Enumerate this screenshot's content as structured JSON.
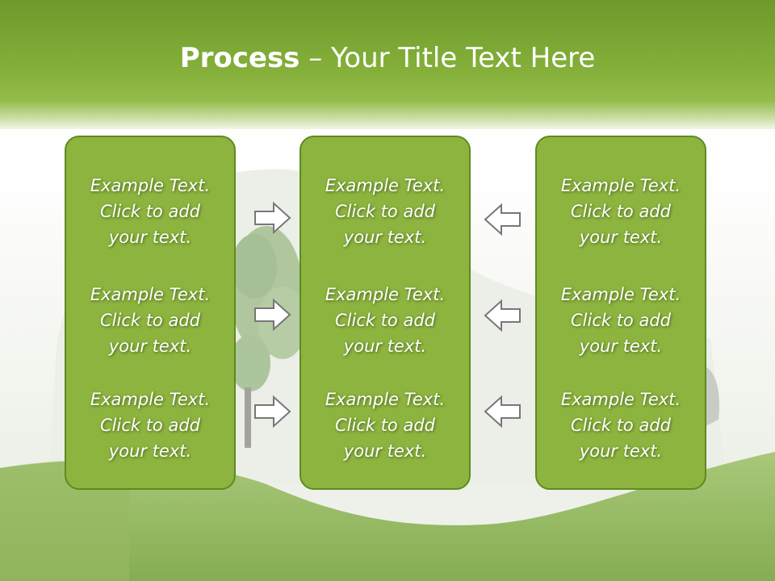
{
  "slide": {
    "title_bold": "Process",
    "title_rest": " – Your Title Text Here"
  },
  "panels": [
    {
      "items": [
        {
          "line1": "Example Text.",
          "line2": "Click  to add",
          "line3": "your text."
        },
        {
          "line1": "Example Text.",
          "line2": "Click  to add",
          "line3": "your text."
        },
        {
          "line1": "Example Text.",
          "line2": "Click  to add",
          "line3": "your text."
        }
      ]
    },
    {
      "items": [
        {
          "line1": "Example Text.",
          "line2": "Click  to add",
          "line3": "your text."
        },
        {
          "line1": "Example Text.",
          "line2": "Click  to add",
          "line3": "your text."
        },
        {
          "line1": "Example Text.",
          "line2": "Click  to add",
          "line3": "your text."
        }
      ]
    },
    {
      "items": [
        {
          "line1": "Example Text.",
          "line2": "Click  to add",
          "line3": "your text."
        },
        {
          "line1": "Example Text.",
          "line2": "Click  to add",
          "line3": "your text."
        },
        {
          "line1": "Example Text.",
          "line2": "Click  to add",
          "line3": "your text."
        }
      ]
    }
  ],
  "icons": {
    "right": "arrow-right-icon",
    "left": "arrow-left-icon"
  },
  "colors": {
    "header": "#7ba535",
    "panel": "#8cb43e",
    "panel_border": "#5f8a22",
    "grass": "#8fb35a",
    "arrow": "#777777"
  }
}
